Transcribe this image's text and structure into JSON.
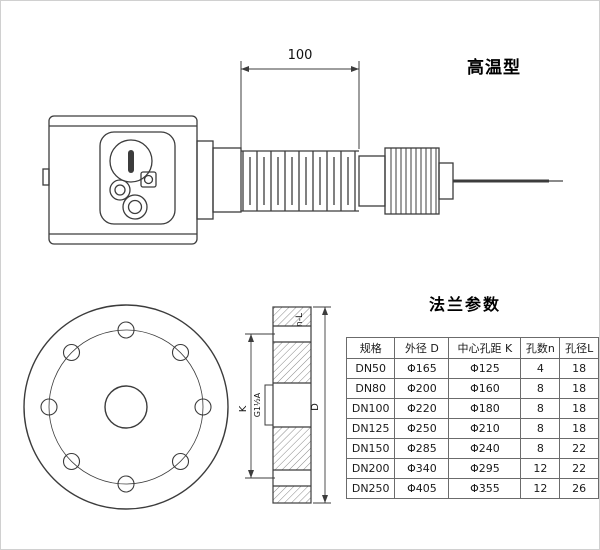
{
  "page": {
    "top": {
      "title": "高温型",
      "dimension_label": "100"
    },
    "flange": {
      "title": "法兰参数",
      "side_view_labels": {
        "k": "K",
        "d": "D",
        "thread": "G1½A",
        "holes": "n-L"
      },
      "table": {
        "headers": [
          "规格",
          "外径 D",
          "中心孔距 K",
          "孔数n",
          "孔径L"
        ],
        "rows": [
          [
            "DN50",
            "Φ165",
            "Φ125",
            "4",
            "18"
          ],
          [
            "DN80",
            "Φ200",
            "Φ160",
            "8",
            "18"
          ],
          [
            "DN100",
            "Φ220",
            "Φ180",
            "8",
            "18"
          ],
          [
            "DN125",
            "Φ250",
            "Φ210",
            "8",
            "18"
          ],
          [
            "DN150",
            "Φ285",
            "Φ240",
            "8",
            "22"
          ],
          [
            "DN200",
            "Φ340",
            "Φ295",
            "12",
            "22"
          ],
          [
            "DN250",
            "Φ405",
            "Φ355",
            "12",
            "26"
          ]
        ]
      }
    },
    "colors": {
      "line": "#3c3c3c",
      "text": "#111111",
      "table_border": "#6b6b6b"
    }
  }
}
